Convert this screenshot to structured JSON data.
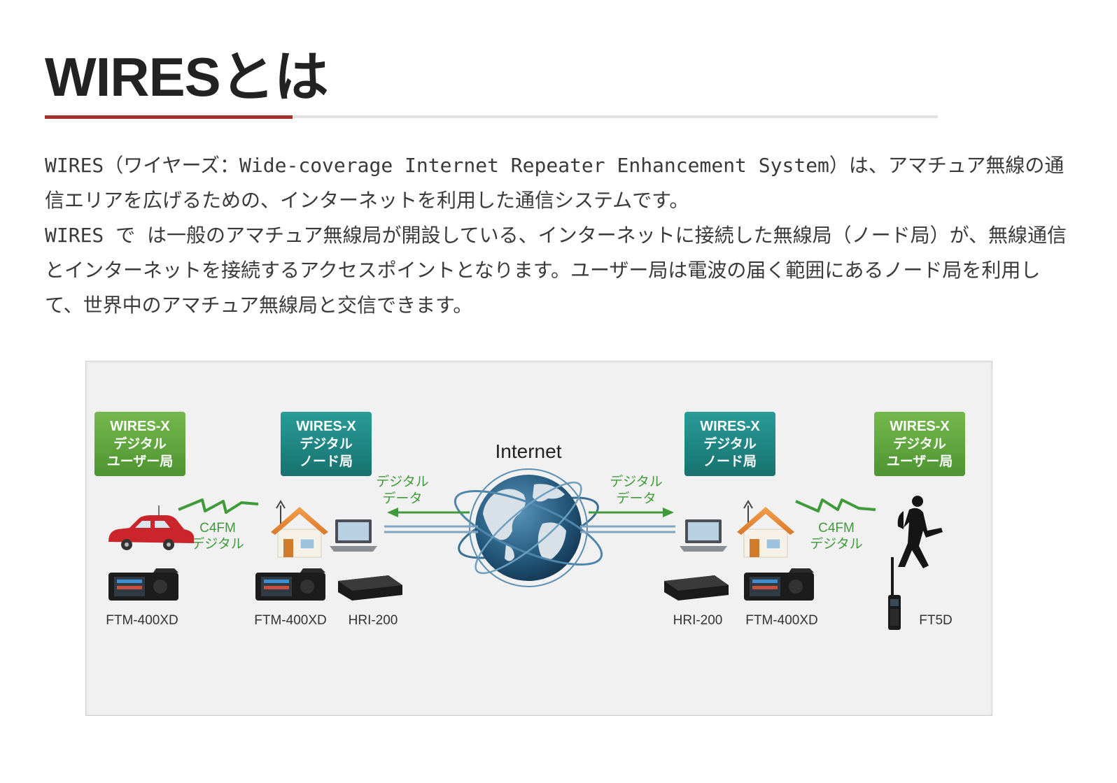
{
  "page": {
    "title": "WIRESとは",
    "paragraphs": [
      "WIRES（ワイヤーズ：Wide-coverage Internet Repeater Enhancement System）は、アマチュア無線の通信エリアを広げるための、インターネットを利用した通信システムです。",
      "WIRES で は一般のアマチュア無線局が開設している、インターネットに接続した無線局（ノード局）が、無線通信とインターネットを接続するアクセスポイントとなります。ユーザー局は電波の届く範囲にあるノード局を利用して、世界中のアマチュア無線局と交信できます。"
    ]
  },
  "diagram": {
    "internet_label": "Internet",
    "badges": {
      "left_user": [
        "WIRES-X",
        "デジタル",
        "ユーザー局"
      ],
      "left_node": [
        "WIRES-X",
        "デジタル",
        "ノード局"
      ],
      "right_node": [
        "WIRES-X",
        "デジタル",
        "ノード局"
      ],
      "right_user": [
        "WIRES-X",
        "デジタル",
        "ユーザー局"
      ]
    },
    "link_labels": {
      "c4fm_left": [
        "C4FM",
        "デジタル"
      ],
      "c4fm_right": [
        "C4FM",
        "デジタル"
      ],
      "data_left": [
        "デジタル",
        "データ"
      ],
      "data_right": [
        "デジタル",
        "データ"
      ]
    },
    "devices": {
      "left_user_radio": "FTM-400XD",
      "left_node_radio": "FTM-400XD",
      "left_node_interface": "HRI-200",
      "right_node_interface": "HRI-200",
      "right_node_radio": "FTM-400XD",
      "right_user_radio": "FT5D"
    },
    "colors": {
      "badge_green": "#5aa33a",
      "badge_teal": "#1e8a86",
      "link_green": "#3f9a3a",
      "title_underline": "#a3302a"
    }
  }
}
